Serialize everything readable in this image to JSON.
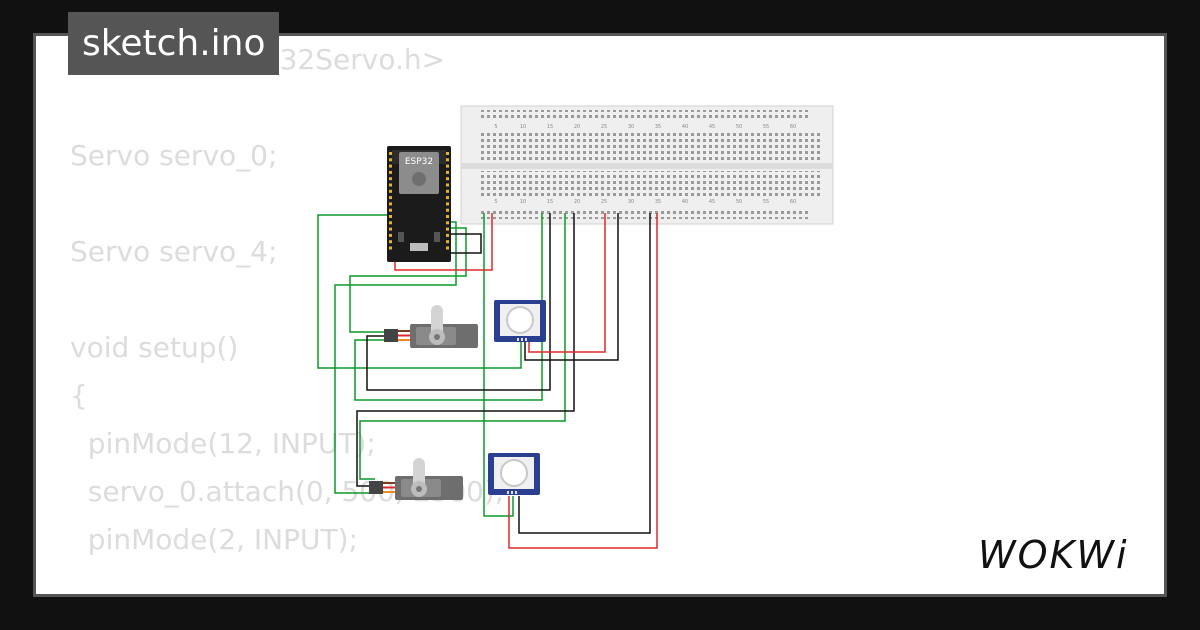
{
  "file_tab": {
    "title": "sketch.ino"
  },
  "code_lines": [
    "#include <ESP32Servo.h>",
    "",
    "Servo servo_0;",
    "",
    "Servo servo_4;",
    "",
    "void setup()",
    "{",
    "  pinMode(12, INPUT);",
    "  servo_0.attach(0, 500, 2500);",
    "  pinMode(2, INPUT);"
  ],
  "circuit": {
    "esp32_label": "ESP32",
    "breadboard_numbers": [
      "5",
      "10",
      "15",
      "20",
      "25",
      "30",
      "35",
      "40",
      "45",
      "50",
      "55",
      "60"
    ]
  },
  "brand": {
    "logo_text": "WOKWi"
  },
  "colors": {
    "background": "#111111",
    "card": "#ffffff",
    "frame": "#555555",
    "code_text": "#dcdcdc",
    "wire_green": "#0a9a2a",
    "wire_black": "#111111",
    "wire_red": "#e0282a",
    "pir_blue": "#2a3f8f"
  }
}
